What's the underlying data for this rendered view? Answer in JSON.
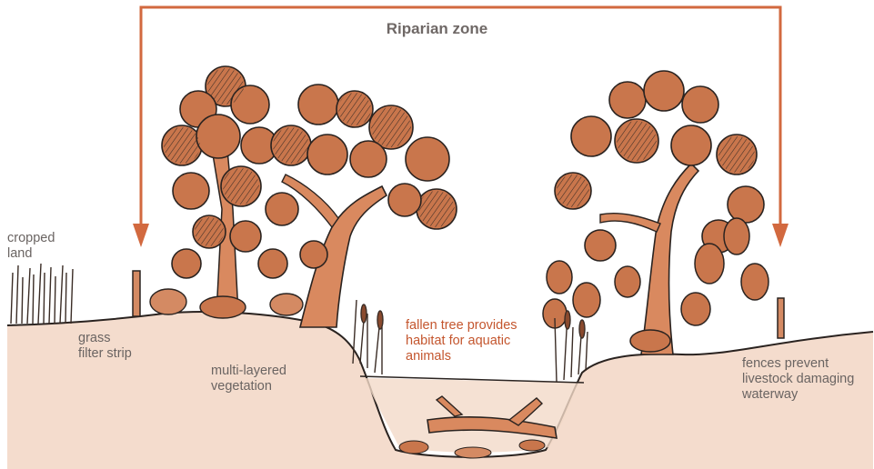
{
  "title": "Riparian zone",
  "labels": {
    "cropped_land": [
      "cropped",
      "land"
    ],
    "grass_filter_strip": [
      "grass",
      "filter strip"
    ],
    "multi_layered_vegetation": [
      "multi-layered",
      "vegetation"
    ],
    "fallen_tree": [
      "fallen tree provides",
      "habitat for aquatic",
      "animals"
    ],
    "fences": [
      "fences prevent",
      "livestock damaging",
      "waterway"
    ]
  },
  "colors": {
    "accent": "#d2693f",
    "foliage": "#c9764c",
    "outline": "#2a2320",
    "label_text": "#6a6462",
    "highlight_text": "#c4562e"
  }
}
